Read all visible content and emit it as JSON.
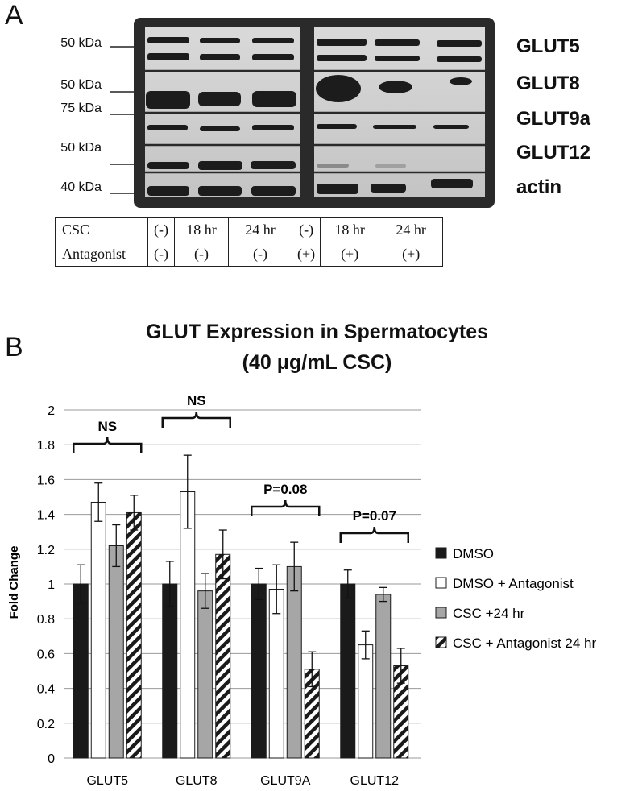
{
  "panel_a": {
    "letter": "A",
    "size_markers": [
      "50 kDa",
      "50 kDa",
      "75 kDa",
      "50 kDa",
      "40 kDa"
    ],
    "proteins": [
      "GLUT5",
      "GLUT8",
      "GLUT9a",
      "GLUT12",
      "actin"
    ],
    "table": {
      "row1": {
        "label": "CSC",
        "cells": [
          "(-)",
          "18 hr",
          "24 hr",
          "(-)",
          "18 hr",
          "24 hr"
        ]
      },
      "row2": {
        "label": "Antagonist",
        "cells": [
          "(-)",
          "(-)",
          "(-)",
          "(+)",
          "(+)",
          "(+)"
        ]
      }
    }
  },
  "panel_b": {
    "letter": "B",
    "title_line1": "GLUT Expression in Spermatocytes",
    "title_line2": "(40 μg/mL CSC)"
  },
  "chart_data": {
    "type": "bar",
    "categories": [
      "GLUT5",
      "GLUT8",
      "GLUT9A",
      "GLUT12"
    ],
    "series": [
      {
        "name": "DMSO",
        "values": [
          1.0,
          1.0,
          1.0,
          1.0
        ],
        "errors": [
          0.11,
          0.13,
          0.09,
          0.08
        ],
        "fill": "#1a1a1a"
      },
      {
        "name": "DMSO + Antagonist",
        "values": [
          1.47,
          1.53,
          0.97,
          0.65
        ],
        "errors": [
          0.11,
          0.21,
          0.14,
          0.08
        ],
        "fill": "#ffffff"
      },
      {
        "name": "CSC +24 hr",
        "values": [
          1.22,
          0.96,
          1.1,
          0.94
        ],
        "errors": [
          0.12,
          0.1,
          0.14,
          0.04
        ],
        "fill": "#a6a6a6"
      },
      {
        "name": "CSC + Antagonist 24 hr",
        "values": [
          1.41,
          1.17,
          0.51,
          0.53
        ],
        "errors": [
          0.1,
          0.14,
          0.1,
          0.1
        ],
        "fill": "hatch"
      }
    ],
    "ylabel": "Fold Change",
    "ylim": [
      0,
      2
    ],
    "yticks": [
      "0",
      "0.2",
      "0.4",
      "0.6",
      "0.8",
      "1",
      "1.2",
      "1.4",
      "1.6",
      "1.8",
      "2"
    ],
    "grid": true,
    "legend_position": "right",
    "annotations": [
      "NS",
      "NS",
      "P=0.08",
      "P=0.07"
    ]
  }
}
